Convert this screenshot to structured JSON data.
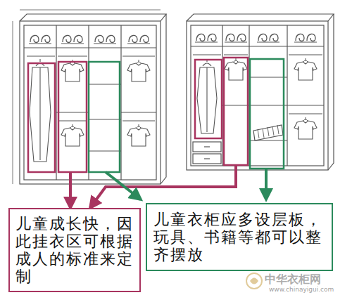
{
  "diagram": {
    "nodes": [
      {
        "text": [
          "儿童成长快，因此挂衣区可根据成人的标准来定制"
        ]
      },
      {
        "text": [
          "儿童衣柜应多设层板，玩具、书籍等都可以整齐摆放"
        ]
      }
    ],
    "labels": [
      "中华衣柜网",
      "www.chinayigui.com"
    ]
  }
}
